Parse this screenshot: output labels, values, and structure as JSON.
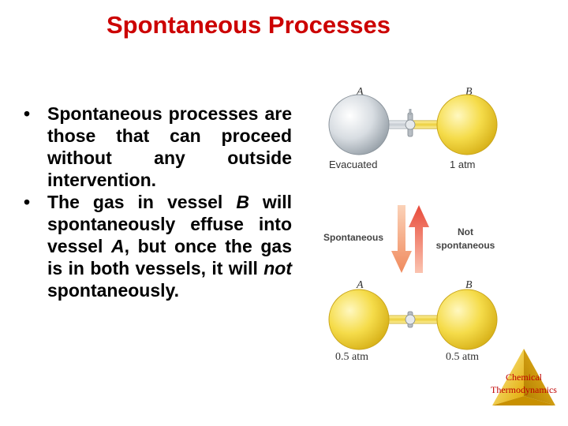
{
  "slide": {
    "title": "Spontaneous Processes",
    "bullets": [
      {
        "bullet": "•",
        "text": "Spontaneous processes are those that can proceed without any outside intervention."
      },
      {
        "bullet": "•",
        "parts": [
          "The gas in vessel ",
          "B",
          " will spontaneously effuse into vessel ",
          "A",
          ", but once the gas is in both vessels, it will ",
          "not",
          " spontaneously."
        ]
      }
    ]
  },
  "figure": {
    "top": {
      "label_a": "A",
      "label_b": "B",
      "caption_a": "Evacuated",
      "caption_b": "1 atm"
    },
    "arrows": {
      "down_label": "Spontaneous",
      "up_label_line1": "Not",
      "up_label_line2": "spontaneous"
    },
    "bottom": {
      "label_a": "A",
      "label_b": "B",
      "caption_a": "0.5 atm",
      "caption_b": "0.5 atm"
    },
    "colors": {
      "evacuated_bulb": "#d8dde2",
      "gas_bulb": "#f5dc4a",
      "down_arrow": "#f08a5d",
      "up_arrow": "#e84a3a"
    }
  },
  "footer": {
    "line1": "Chemical",
    "line2": "Thermodynamics"
  }
}
